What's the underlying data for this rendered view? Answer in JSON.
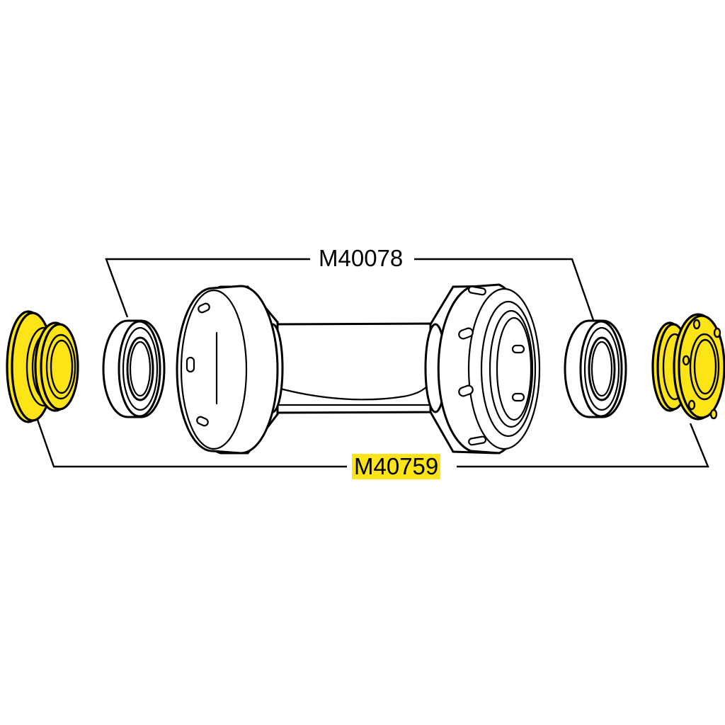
{
  "diagram": {
    "type": "exploded-parts-diagram",
    "subject": "bottom bracket assembly",
    "colors": {
      "highlight": "#fde417",
      "line": "#000000",
      "background": "#ffffff"
    },
    "parts": [
      {
        "id": "left-cup",
        "description": "left bearing cup / adapter",
        "highlighted": true,
        "part_number": "M40759"
      },
      {
        "id": "left-bearing",
        "description": "left cartridge bearing",
        "highlighted": false,
        "part_number": "M40078"
      },
      {
        "id": "bottom-bracket-shell",
        "description": "bottom bracket body with threaded cups",
        "highlighted": false,
        "part_number": ""
      },
      {
        "id": "right-bearing",
        "description": "right cartridge bearing",
        "highlighted": false,
        "part_number": "M40078"
      },
      {
        "id": "right-cup",
        "description": "right bearing cup / adapter with holes",
        "highlighted": true,
        "part_number": "M40759"
      }
    ],
    "callouts": {
      "top": {
        "label": "M40078",
        "highlighted": false,
        "points_to": [
          "left-bearing",
          "right-bearing"
        ]
      },
      "bottom": {
        "label": "M40759",
        "highlighted": true,
        "points_to": [
          "left-cup",
          "right-cup"
        ]
      }
    }
  }
}
